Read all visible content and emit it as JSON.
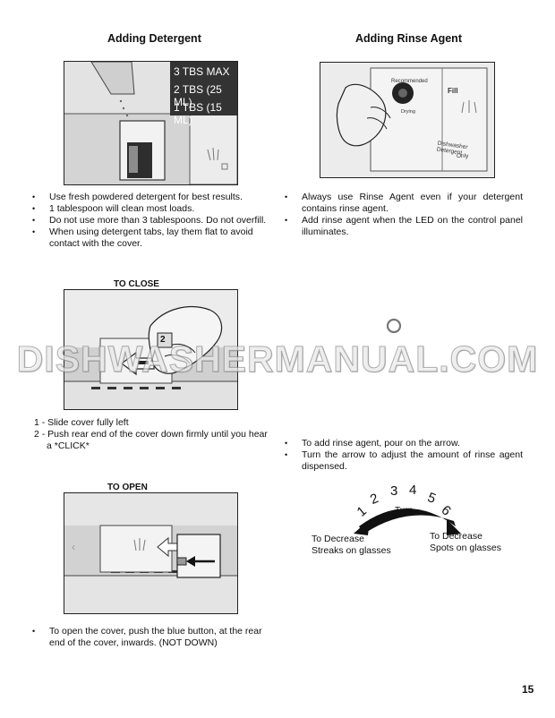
{
  "left": {
    "heading": "Adding Detergent",
    "levels": [
      "3 TBS MAX",
      "2 TBS (25 ML)",
      "1 TBS (15 ML)"
    ],
    "bullets": [
      "Use fresh powdered detergent for best results.",
      "1 tablespoon will clean most loads.",
      "Do not use more than 3 tablespoons. Do not overfill.",
      "When using detergent tabs, lay them flat to avoid contact with the cover."
    ],
    "close_caption": "TO CLOSE",
    "close_badge": "2",
    "close_steps": [
      "1 - Slide cover fully left",
      "2 - Push rear end  of the cover down firmly until you hear",
      "a  *CLICK*"
    ],
    "open_caption": "TO OPEN",
    "open_bullet": "To open the cover, push the blue button, at the rear end of the cover, inwards. (NOT DOWN)"
  },
  "right": {
    "heading": "Adding Rinse Agent",
    "dispenser_text": {
      "recommended": "Recommended",
      "drying": "Drying",
      "fill": "Fill",
      "dishwasher_detergent": "Dishwasher Detergent",
      "only": "Only"
    },
    "bullets": [
      "Always use Rinse Agent even if your detergent contains rinse agent.",
      "Add rinse agent when the LED on the control panel illuminates."
    ],
    "bullets2": [
      "To add rinse agent, pour on the arrow.",
      "Turn the arrow to adjust the amount of rinse agent dispensed."
    ],
    "dial": {
      "numbers": [
        "1",
        "2",
        "3",
        "4",
        "5",
        "6"
      ],
      "turn": "Turn",
      "decrease_title": "To Decrease",
      "decrease_text": "Streaks on glasses",
      "increase_title": "To Decrease",
      "increase_text": "Spots on glasses"
    }
  },
  "watermark": "DISHWASHERMANUAL.COM",
  "page_number": "15"
}
